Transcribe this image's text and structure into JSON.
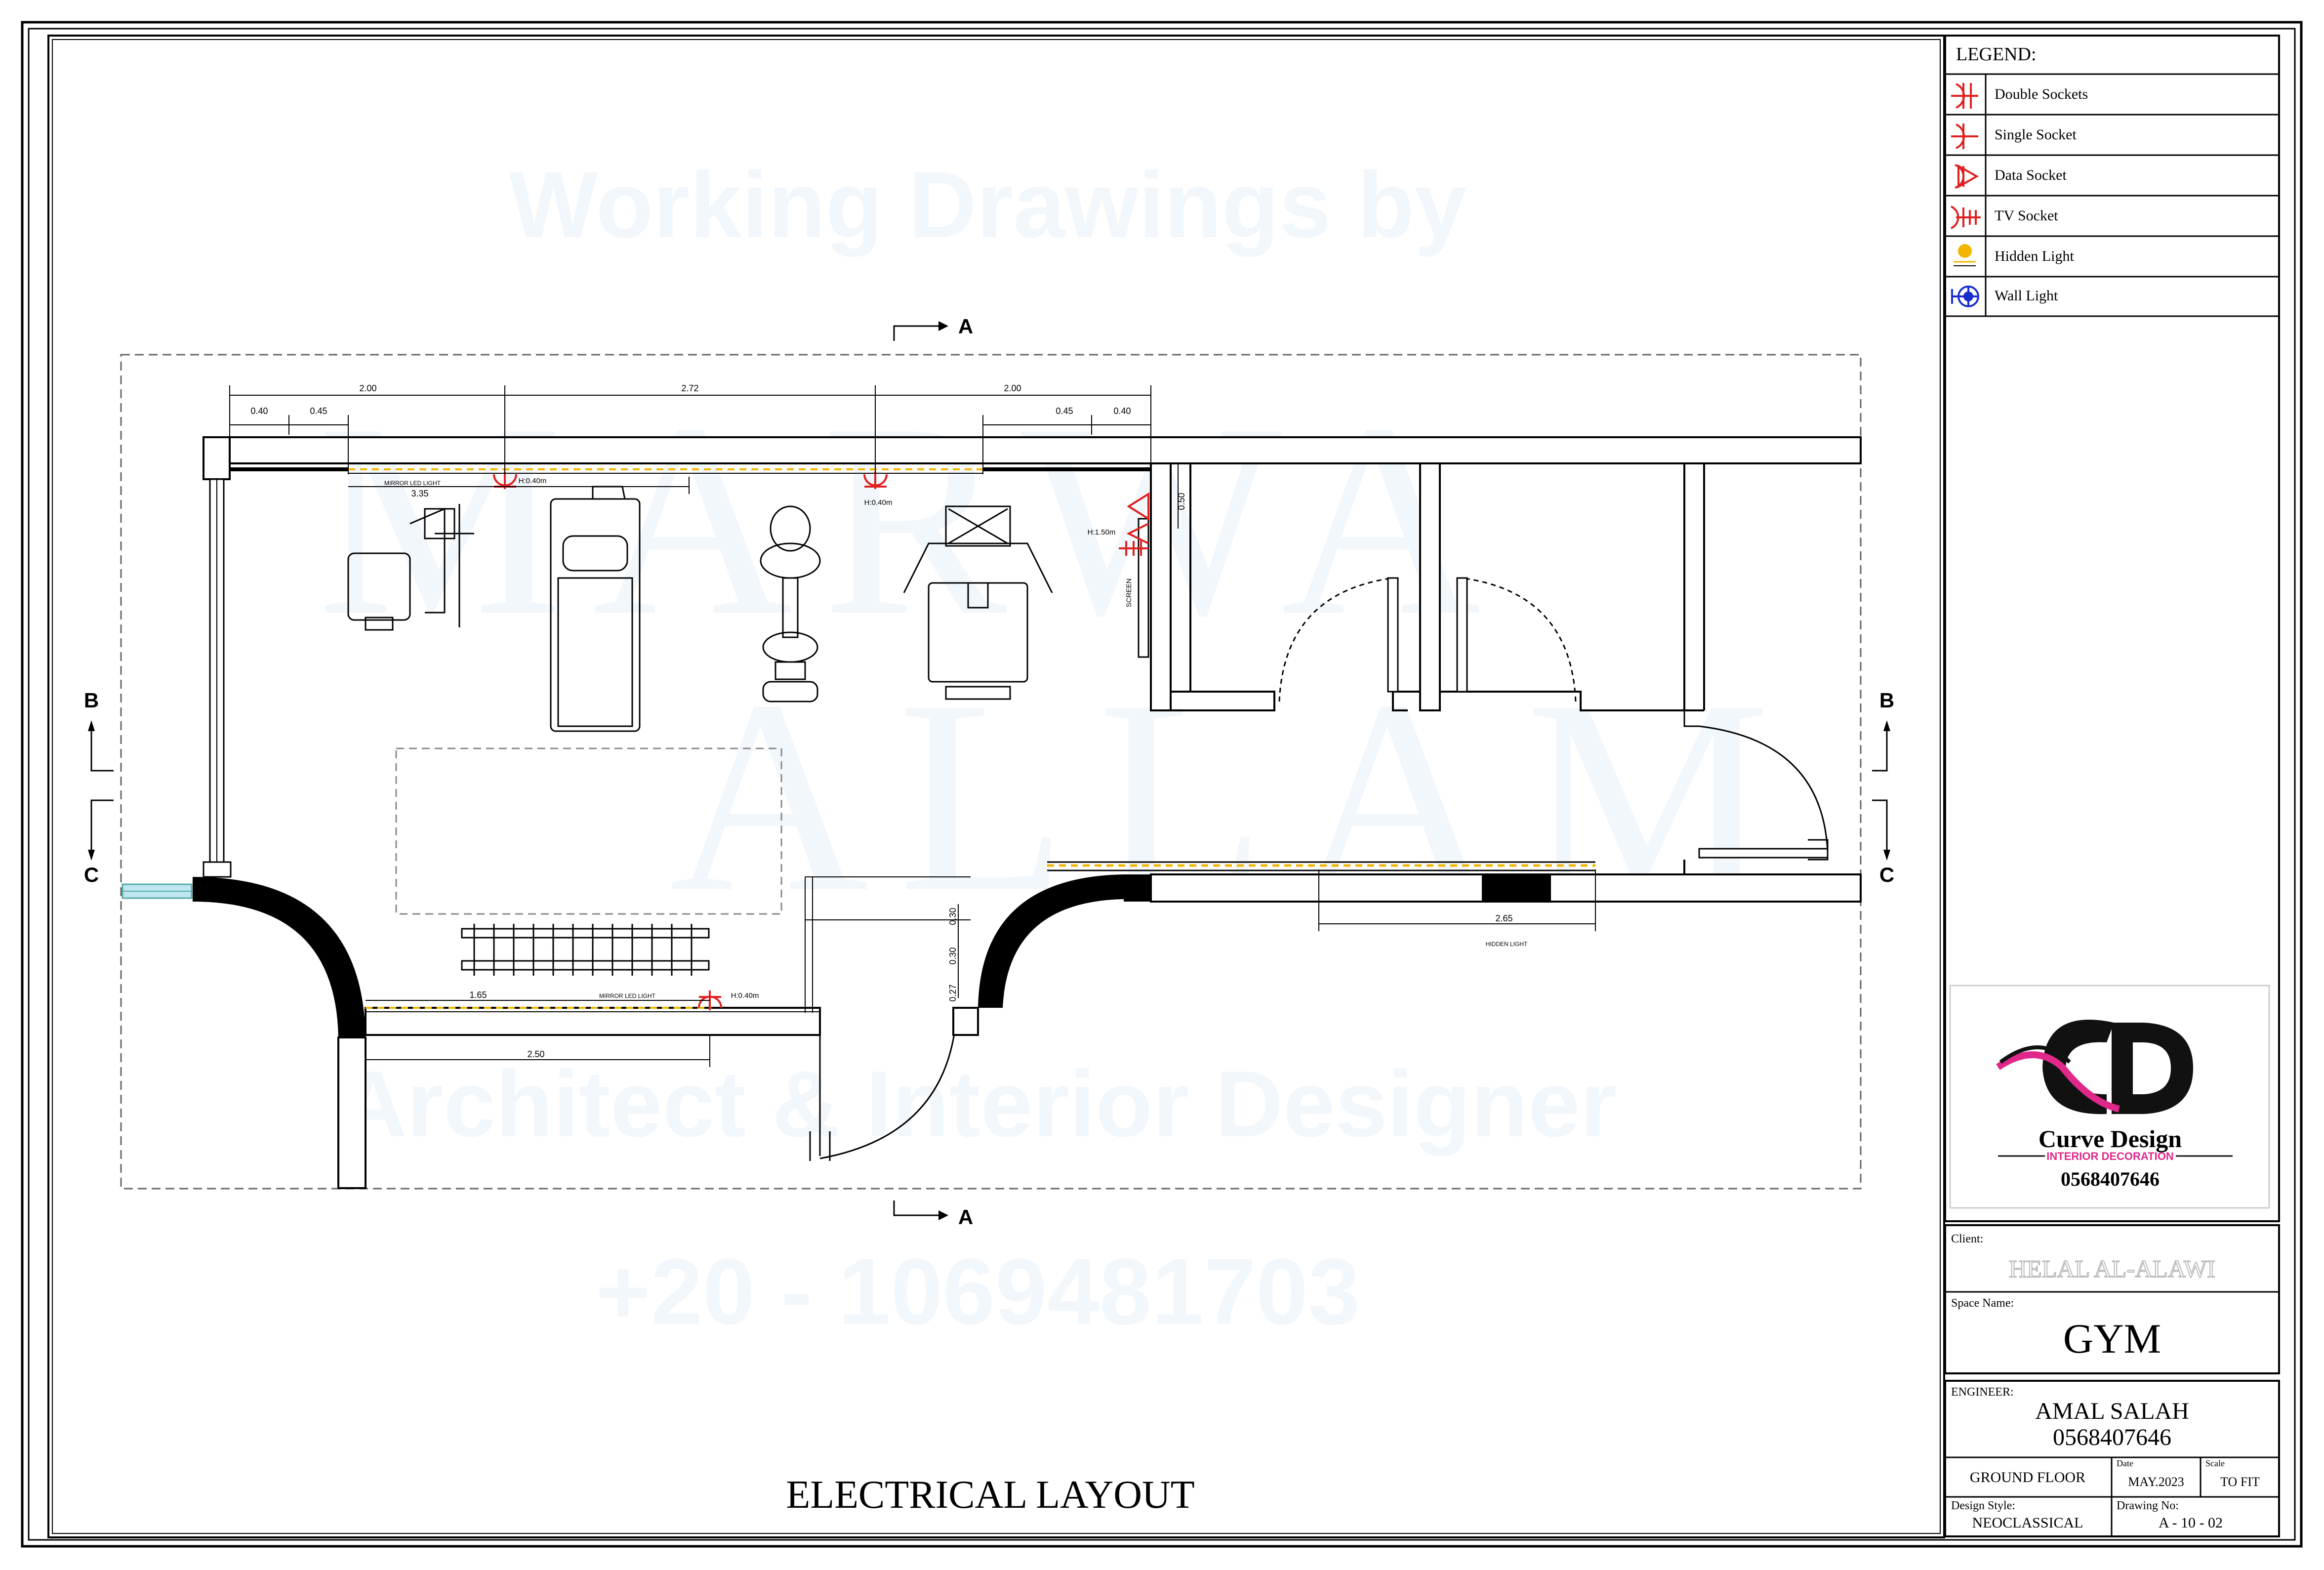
{
  "drawing": {
    "title": "ELECTRICAL LAYOUT",
    "section_markers": {
      "a_top": "A",
      "a_bottom": "A",
      "b_left": "B",
      "b_right": "B",
      "c_left": "C",
      "c_right": "C"
    }
  },
  "watermark": {
    "line1": "Working Drawings by",
    "line2": "MARWA",
    "line3": "ALLAM",
    "line4": "Architect & Interior Designer",
    "line5": "+20 - 1069481703"
  },
  "dimensions": {
    "top_0_40_left": "0.40",
    "top_0_45_left": "0.45",
    "top_2_00_left": "2.00",
    "top_2_72": "2.72",
    "top_2_00_right": "2.00",
    "top_0_45_right": "0.45",
    "top_0_40_right": "0.40",
    "mirror_top_label": "MIRROR LED LIGHT",
    "mirror_top_len": "3.35",
    "socket_h1": "H:0.40m",
    "socket_h2": "H:0.40m",
    "tv_h": "H:1.50m",
    "screen_label": "SCREEN",
    "wall_0_50": "0.50",
    "bottom_1_65": "1.65",
    "mirror_bottom_label": "MIRROR LED LIGHT",
    "socket_h3": "H:0.40m",
    "bottom_2_50": "2.50",
    "door_0_30a": "0.30",
    "door_0_30b": "0.30",
    "door_0_27": "0.27",
    "hidden_2_65": "2.65",
    "hidden_label": "HIDDEN LIGHT"
  },
  "legend": {
    "title": "LEGEND:",
    "items": [
      {
        "icon": "double-socket-icon",
        "label": "Double Sockets",
        "color": "#e02020"
      },
      {
        "icon": "single-socket-icon",
        "label": "Single Socket",
        "color": "#e02020"
      },
      {
        "icon": "data-socket-icon",
        "label": "Data Socket",
        "color": "#e02020"
      },
      {
        "icon": "tv-socket-icon",
        "label": "TV Socket",
        "color": "#e02020"
      },
      {
        "icon": "hidden-light-icon",
        "label": "Hidden Light",
        "color": "#f2b500"
      },
      {
        "icon": "wall-light-icon",
        "label": "Wall Light",
        "color": "#1a2fd0"
      }
    ]
  },
  "logo": {
    "brand": "Curve Design",
    "tagline": "INTERIOR DECORATION",
    "phone": "0568407646"
  },
  "title_block": {
    "client_label": "Client:",
    "client_name": "HELAL AL-ALAWI",
    "space_label": "Space Name:",
    "space_name": "GYM",
    "engineer_label": "ENGINEER:",
    "engineer_name": "AMAL SALAH",
    "engineer_phone": "0568407646",
    "floor": "GROUND FLOOR",
    "date_label": "Date",
    "date": "MAY.2023",
    "scale_label": "Scale",
    "scale": "TO FIT",
    "style_label": "Design Style:",
    "style": "NEOCLASSICAL",
    "drawing_no_label": "Drawing No:",
    "drawing_no": "A - 10 - 02"
  },
  "colors": {
    "socket": "#e02020",
    "hidden_light": "#f2b500",
    "wall_light": "#1a2fd0",
    "logo_pink": "#e0288a",
    "wall": "#000000"
  }
}
